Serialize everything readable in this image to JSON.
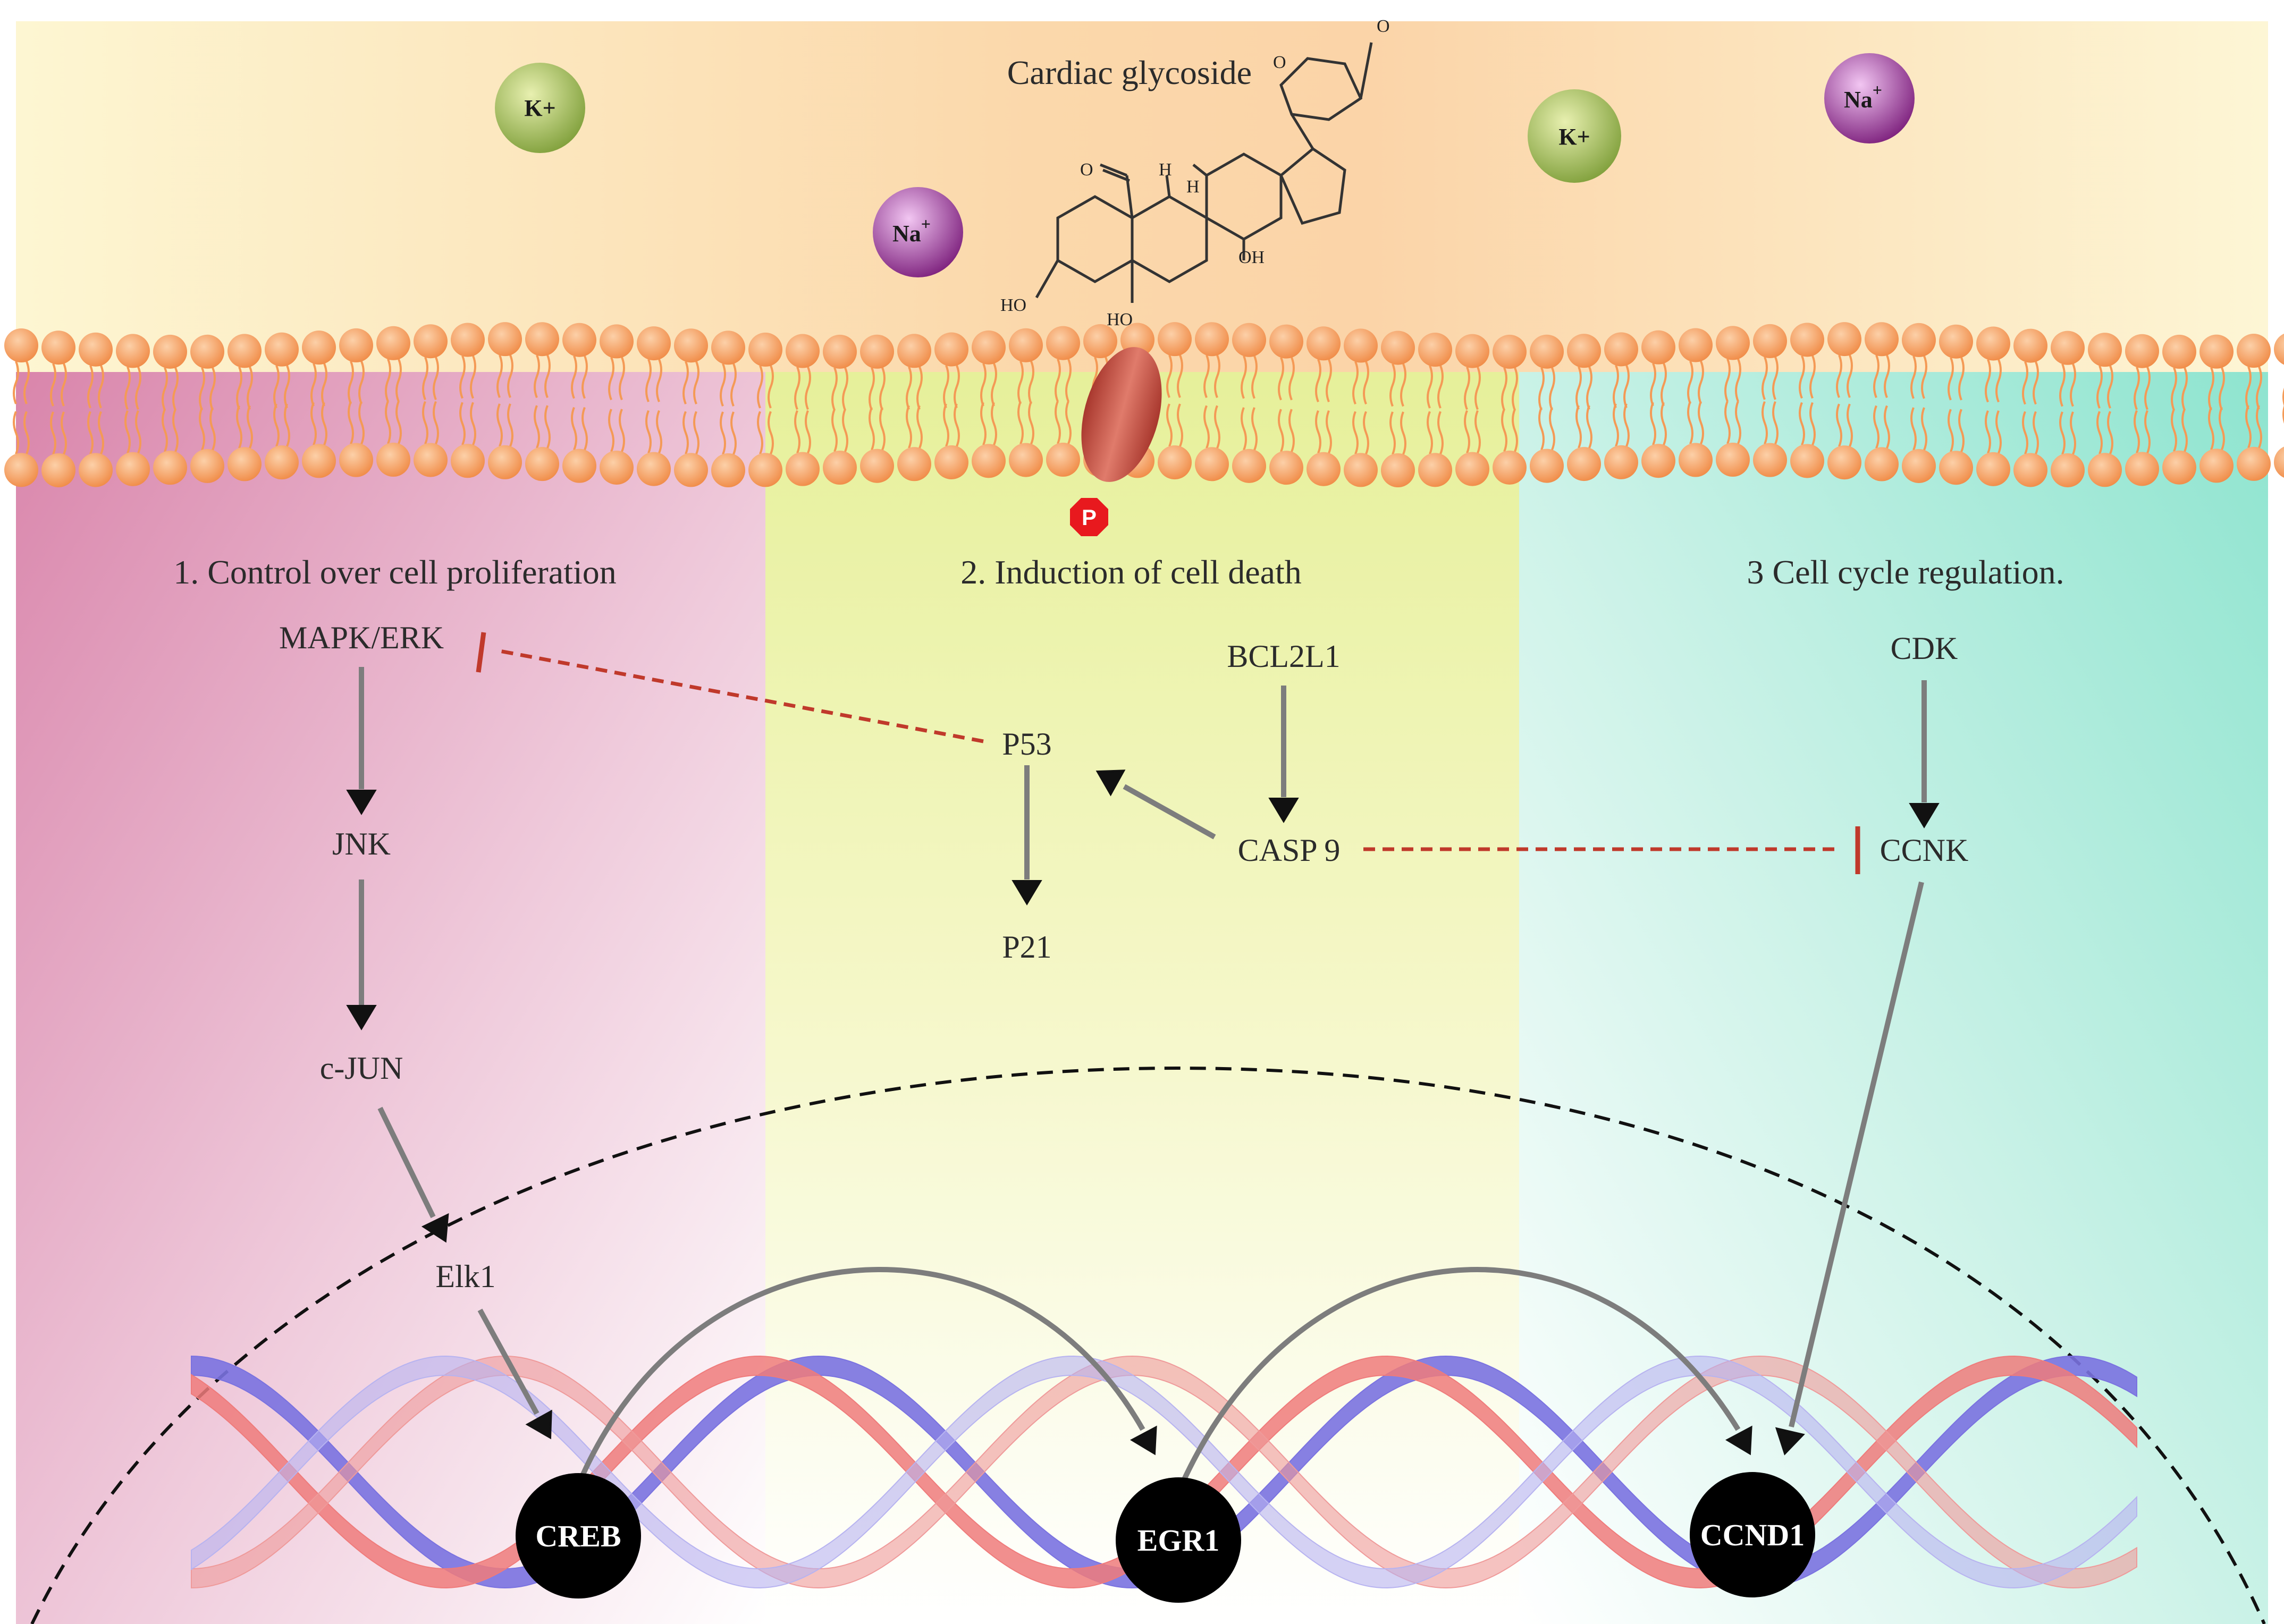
{
  "compound": {
    "name": "Cardiac glycoside",
    "atoms": {
      "ketone_o": "O",
      "ring_o": "O",
      "aldehyde_o": "O",
      "h1": "H",
      "h2": "H",
      "oh1": "OH",
      "ho1": "HO",
      "ho2": "HO"
    }
  },
  "ions": {
    "k1": "K+",
    "na1": "Na",
    "na1_sup": "+",
    "k2": "K+",
    "na2": "Na",
    "na2_sup": "+"
  },
  "phospho_label": "P",
  "sections": [
    {
      "title": "1. Control over cell proliferation",
      "color": "#d987ab"
    },
    {
      "title": "2. Induction of cell death",
      "color": "#ecf29a"
    },
    {
      "title": "3 Cell cycle regulation.",
      "color": "#a4ead6"
    }
  ],
  "proteins": {
    "mapk_erk": "MAPK/ERK",
    "jnk": "JNK",
    "c_jun": "c-JUN",
    "elk1": "Elk1",
    "p53": "P53",
    "p21": "P21",
    "bcl2l1": "BCL2L1",
    "casp9": "CASP 9",
    "cdk": "CDK",
    "ccnk": "CCNK"
  },
  "genes": {
    "creb": "CREB",
    "egr1": "EGR1",
    "ccnd1": "CCND1"
  },
  "colors": {
    "membrane_head": "#f49a56",
    "inhibition": "#c0392b",
    "activation_arrow": "#808080",
    "dna_strand_a": "#7a72e0",
    "dna_strand_b": "#ef7b7b",
    "gene_node": "#000000",
    "ion_k": "#8fb04a",
    "ion_na": "#8e2d8e",
    "phospho": "#e8191e",
    "channel": "#c0473a"
  }
}
